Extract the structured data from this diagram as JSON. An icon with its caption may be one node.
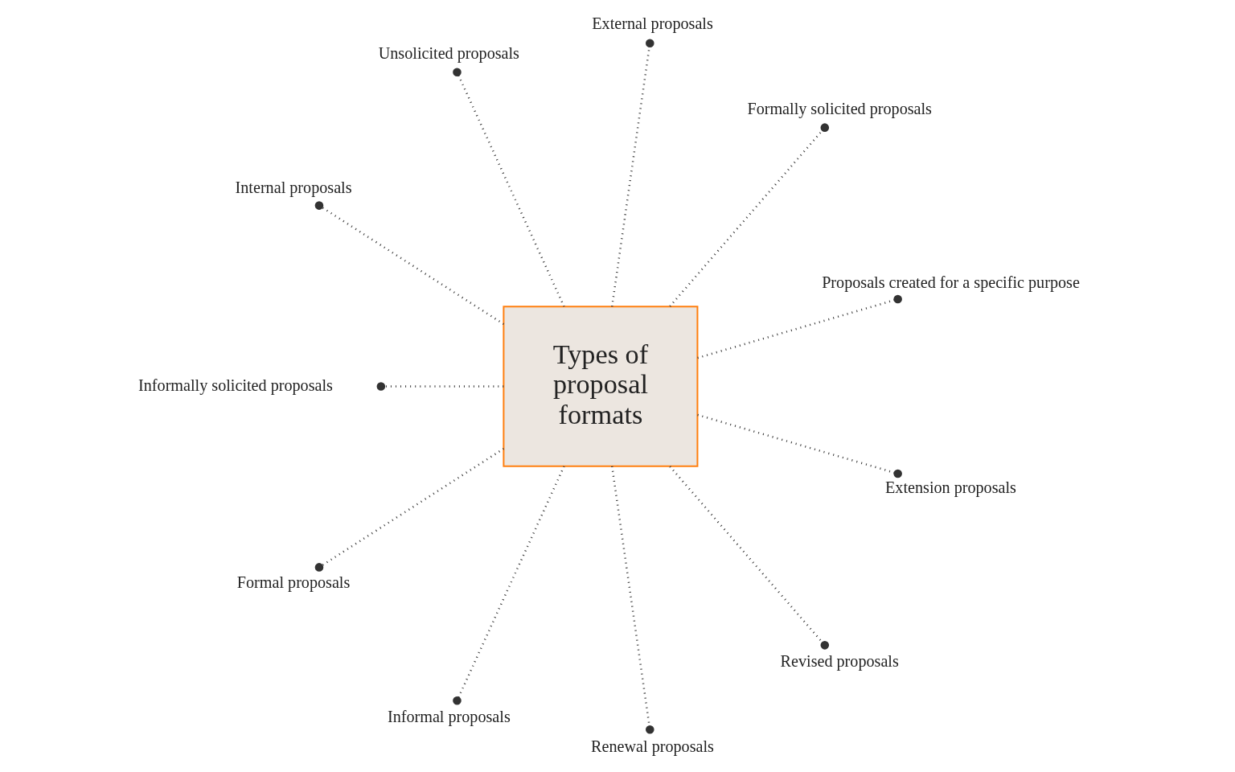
{
  "diagram": {
    "nodes": [
      {
        "text": [
          "Types of proposal formats"
        ]
      },
      {
        "text": [
          "Proposals created for a specific purpose"
        ]
      },
      {
        "text": [
          "Formally solicited proposals"
        ]
      },
      {
        "text": [
          "External proposals"
        ]
      },
      {
        "text": [
          "Unsolicited proposals"
        ]
      },
      {
        "text": [
          "Internal proposals"
        ]
      },
      {
        "text": [
          "Informally solicited proposals"
        ]
      },
      {
        "text": [
          "Formal proposals"
        ]
      },
      {
        "text": [
          "Informal proposals"
        ]
      },
      {
        "text": [
          "Renewal proposals"
        ]
      },
      {
        "text": [
          "Revised proposals"
        ]
      },
      {
        "text": [
          "Extension proposals"
        ]
      }
    ],
    "edges": [
      {
        "from": 0,
        "to": 1,
        "arrow": "other",
        "style": "dashed"
      },
      {
        "from": 0,
        "to": 2,
        "arrow": "other",
        "style": "dashed"
      },
      {
        "from": 0,
        "to": 3,
        "arrow": "other",
        "style": "dashed"
      },
      {
        "from": 0,
        "to": 4,
        "arrow": "other",
        "style": "dashed"
      },
      {
        "from": 0,
        "to": 5,
        "arrow": "other",
        "style": "dashed"
      },
      {
        "from": 0,
        "to": 6,
        "arrow": "other",
        "style": "dashed"
      },
      {
        "from": 0,
        "to": 7,
        "arrow": "other",
        "style": "dashed"
      },
      {
        "from": 0,
        "to": 8,
        "arrow": "other",
        "style": "dashed"
      },
      {
        "from": 0,
        "to": 9,
        "arrow": "other",
        "style": "dashed"
      },
      {
        "from": 0,
        "to": 10,
        "arrow": "other",
        "style": "dashed"
      },
      {
        "from": 0,
        "to": 11,
        "arrow": "other",
        "style": "dashed"
      }
    ]
  }
}
